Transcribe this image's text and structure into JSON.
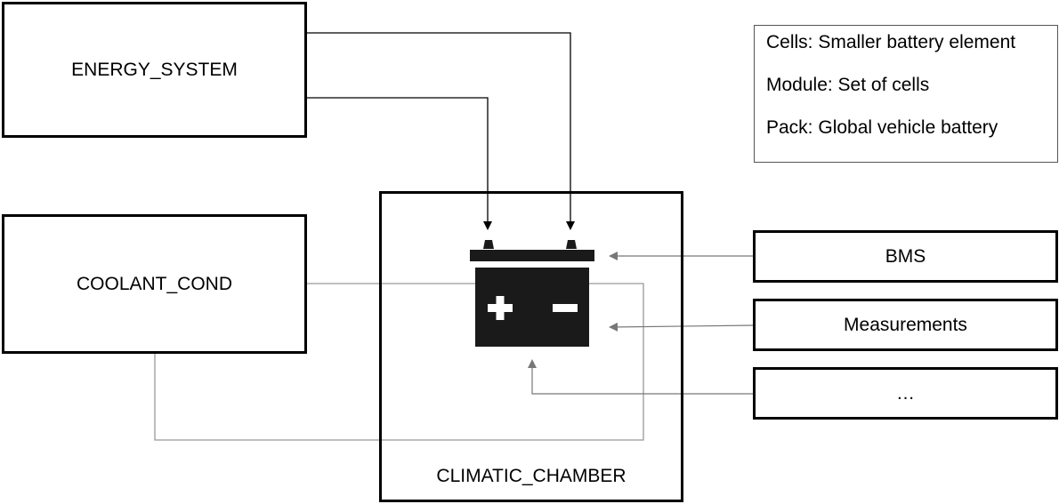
{
  "diagram": {
    "energy_system": {
      "label": "ENERGY_SYSTEM"
    },
    "coolant_cond": {
      "label": "COOLANT_COND"
    },
    "climatic_chamber": {
      "label": "CLIMATIC_CHAMBER"
    },
    "inputs": [
      {
        "label": "BMS"
      },
      {
        "label": "Measurements"
      },
      {
        "label": "…"
      }
    ],
    "legend": [
      {
        "text": "Cells: Smaller battery element"
      },
      {
        "text": "Module: Set of cells"
      },
      {
        "text": "Pack: Global vehicle battery"
      }
    ],
    "battery": {
      "icon": "battery-icon",
      "color": "#1a1a1a"
    },
    "colors": {
      "power_line": "#000000",
      "coolant_line": "#999999",
      "signal_line": "#777777"
    }
  }
}
